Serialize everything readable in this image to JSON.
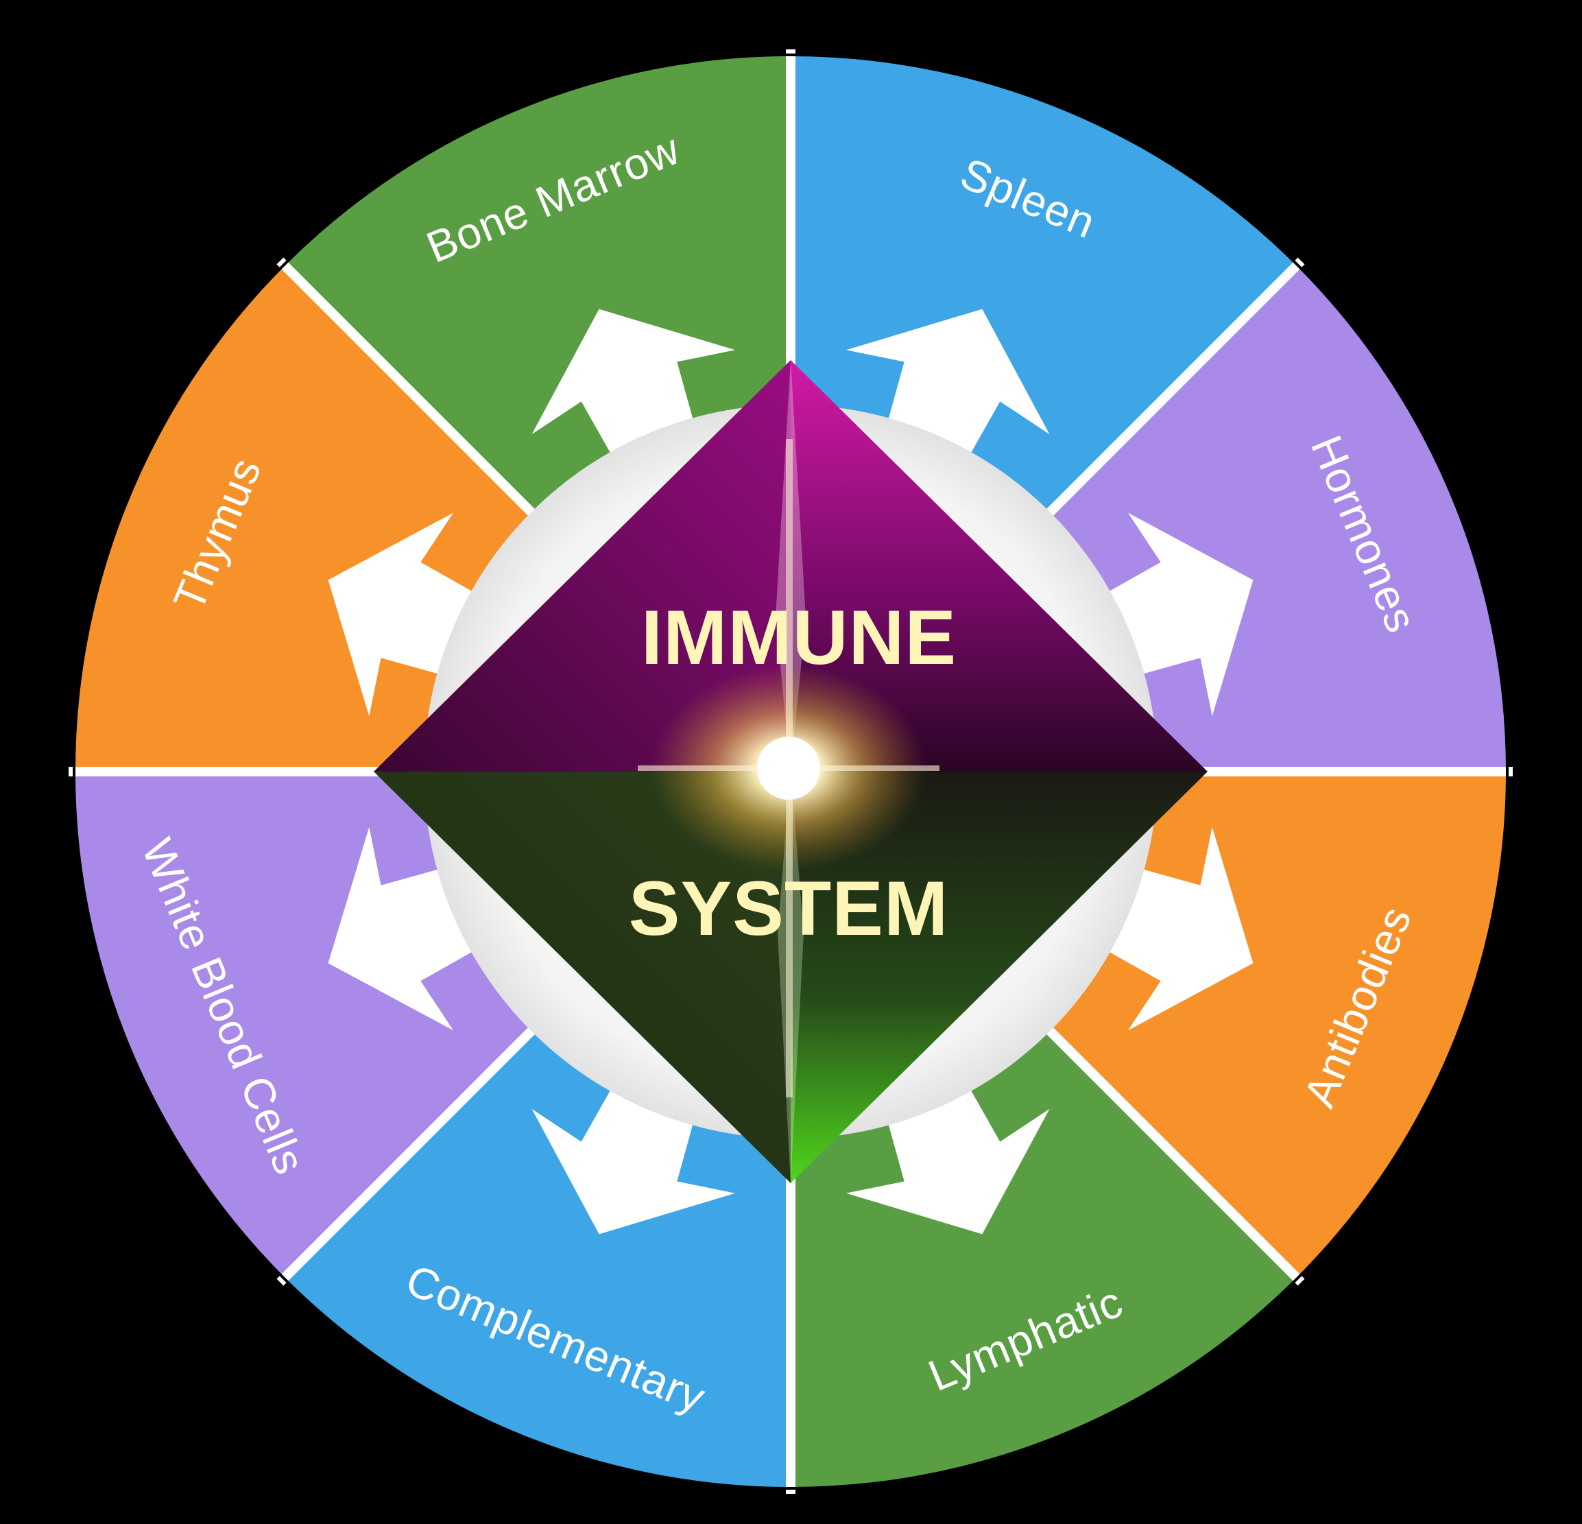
{
  "center": {
    "line1": "IMMUNE",
    "line2": "SYSTEM",
    "text_color": "#fff5b8"
  },
  "segments": [
    {
      "label": "Spleen",
      "color": "#3ea6e6"
    },
    {
      "label": "Hormones",
      "color": "#a98ae8"
    },
    {
      "label": "Antibodies",
      "color": "#f7922a"
    },
    {
      "label": "Lymphatic",
      "color": "#5a9e44"
    },
    {
      "label": "Complementary",
      "color": "#3ea6e6"
    },
    {
      "label": "White Blood Cells",
      "color": "#a98ae8"
    },
    {
      "label": "Thymus",
      "color": "#f7922a"
    },
    {
      "label": "Bone Marrow",
      "color": "#5a9e44"
    }
  ],
  "colors": {
    "background": "#000000",
    "divider": "#ffffff",
    "arrow": "#ffffff",
    "gem_top": "#c0169a",
    "gem_bottom": "#4fd61e"
  }
}
